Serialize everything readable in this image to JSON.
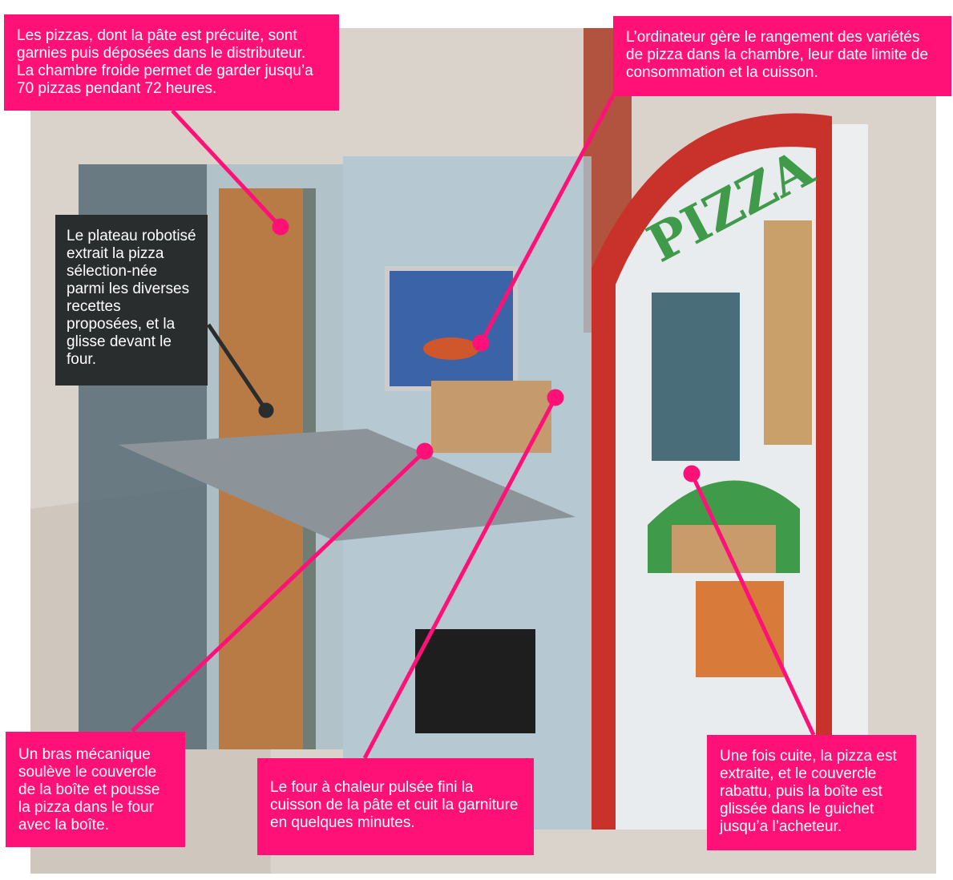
{
  "illustration": {
    "sign_lettering": "PIZZA",
    "colors": {
      "accent": "#ff1177",
      "dark": "#2a2d2e",
      "wall": "#d8cfc4",
      "arch_red": "#c8322a",
      "green": "#3f9a4a"
    }
  },
  "callouts": {
    "storage": "Les pizzas, dont la pâte est précuite, sont garnies puis déposées dans le distributeur. La chambre froide permet de garder jusqu’a 70 pizzas pendant 72 heures.",
    "computer": "L’ordinateur gère le rangement des variétés de pizza dans la chambre, leur date limite de consommation et la cuisson.",
    "tray": "Le plateau robotisé extrait la pizza sélection-née parmi les diverses recettes proposées, et la glisse devant le four.",
    "arm": "Un bras mécanique soulève le couvercle de la boîte et pousse la pizza dans le four avec la boîte.",
    "oven": "Le four à chaleur pulsée fini la cuisson de la pâte et cuit la garniture en quelques minutes.",
    "delivery": "Une fois cuite, la pizza est extraite, et le couvercle rabattu, puis la boîte est glissée dans le guichet jusqu’a l’acheteur."
  }
}
